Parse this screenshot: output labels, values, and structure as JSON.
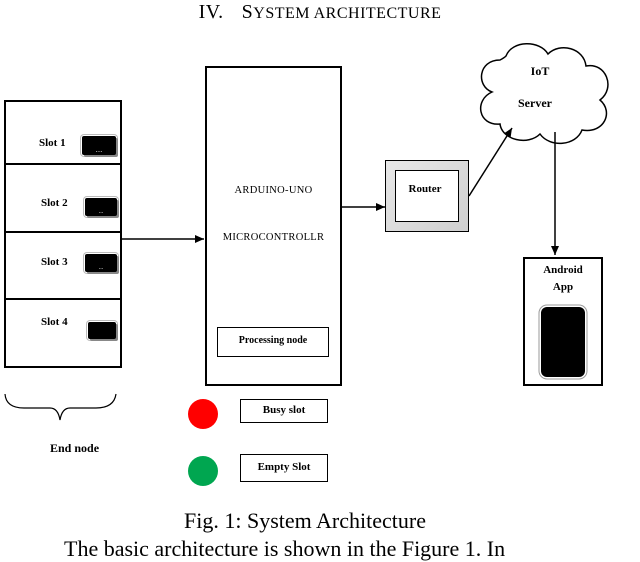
{
  "section": {
    "numeral": "IV.",
    "title_first": "S",
    "title_rest": "YSTEM ARCHITECTURE"
  },
  "end_node": {
    "slots": [
      {
        "label": "Slot 1",
        "indicator": "..."
      },
      {
        "label": "Slot 2",
        "indicator": ".."
      },
      {
        "label": "Slot 3",
        "indicator": ".."
      },
      {
        "label": "Slot 4",
        "indicator": ""
      }
    ],
    "label": "End node"
  },
  "microcontroller": {
    "line1": "ARDUINO-UNO",
    "line2": "MICROCONTROLLR",
    "processing_node": "Processing node"
  },
  "router": {
    "label": "Router"
  },
  "iot_server": {
    "line1": "IoT",
    "line2": "Server"
  },
  "android": {
    "line1": "Android",
    "line2": "App"
  },
  "legend": {
    "busy": {
      "label": "Busy slot",
      "color": "#ff0000"
    },
    "empty": {
      "label": "Empty Slot",
      "color": "#00a650"
    }
  },
  "caption": "Fig. 1: System Architecture",
  "body_text": "The basic architecture is shown in the Figure 1. In"
}
